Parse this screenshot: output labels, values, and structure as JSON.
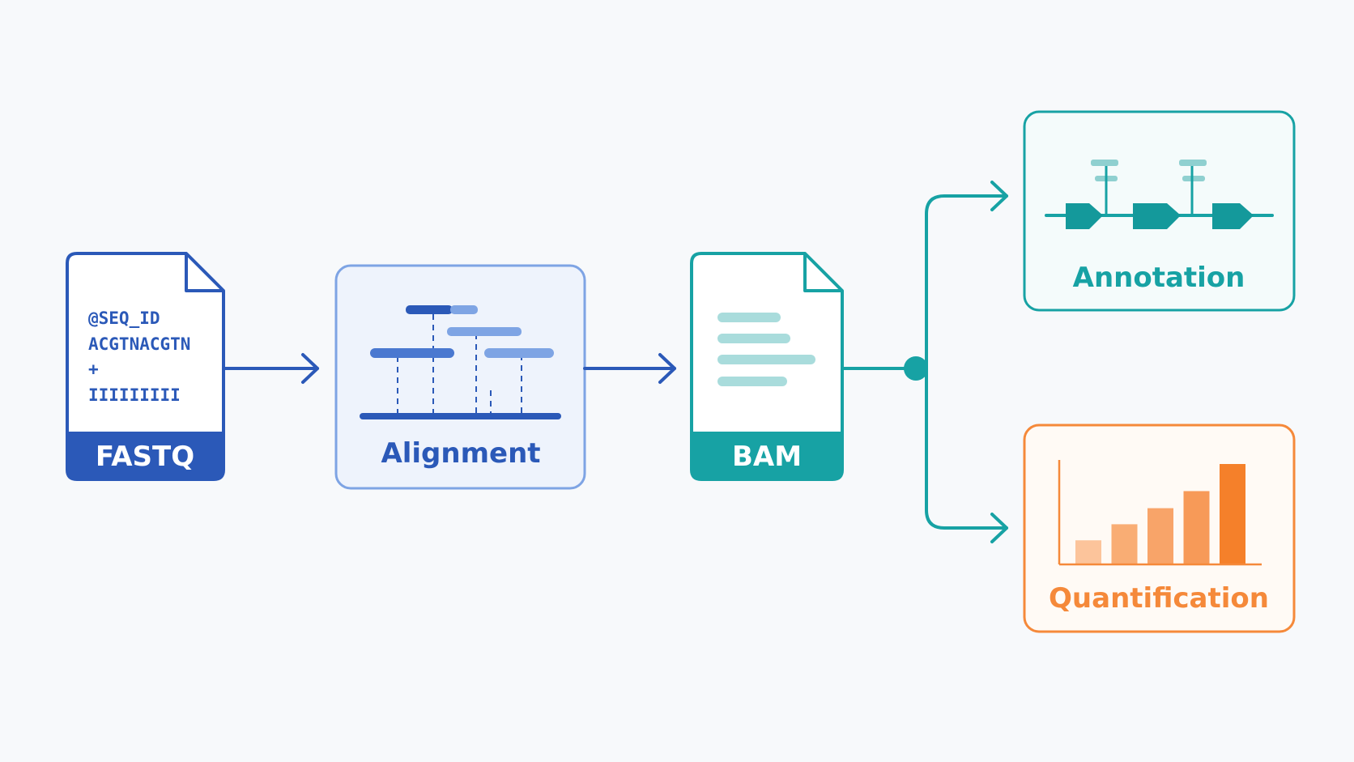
{
  "nodes": {
    "fastq": {
      "label": "FASTQ",
      "lines": [
        "@SEQ_ID",
        "ACGTNACGTN",
        "+",
        "IIIIIIIII"
      ]
    },
    "alignment": {
      "label": "Alignment"
    },
    "bam": {
      "label": "BAM"
    },
    "annotation": {
      "label": "Annotation"
    },
    "quantification": {
      "label": "Quantification",
      "bars": [
        0.24,
        0.4,
        0.56,
        0.73,
        1.0
      ]
    }
  },
  "colors": {
    "background": "#f7f9fb",
    "blue": "#2b59b8",
    "blue_light": "#7ea4e4",
    "teal": "#17a2a4",
    "teal_light": "#a9dcdc",
    "orange": "#f5893a"
  }
}
